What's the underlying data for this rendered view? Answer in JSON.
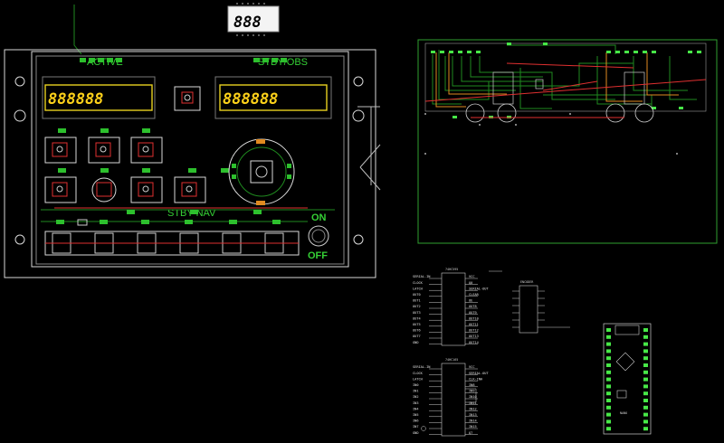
{
  "panel": {
    "active_label": "ACTIVE",
    "stby_obs_label": "STBY/OBS",
    "stby_nav_label": "STBY NAV",
    "on_label": "ON",
    "off_label": "OFF",
    "active_display": "888888",
    "stby_display": "888888",
    "top_display": "888"
  },
  "schematic": {
    "u1_title": "74HC595",
    "u1_pins_left": [
      "SERIAL-IN",
      "CLOCK",
      "LATCH",
      "OUT0",
      "OUT1",
      "OUT2",
      "OUT3",
      "OUT4",
      "OUT5",
      "OUT6",
      "OUT7",
      "GND"
    ],
    "u1_pins_right": [
      "VCC",
      "Q0",
      "SERIAL-OUT",
      "CLEAR",
      "OE",
      "OUT8",
      "OUT9",
      "OUT10",
      "OUT11",
      "OUT12",
      "OUT13",
      "OUT14"
    ],
    "u2_title": "74HC165",
    "u2_pins_left": [
      "SERIAL-IN",
      "CLOCK",
      "LATCH",
      "IN0",
      "IN1",
      "IN2",
      "IN3",
      "IN4",
      "IN5",
      "IN6",
      "IN7",
      "GND"
    ],
    "u2_pins_right": [
      "VCC",
      "SERIAL-OUT",
      "CLK-INH",
      "IN8",
      "IN9",
      "IN10",
      "IN11",
      "IN12",
      "IN13",
      "IN14",
      "IN15",
      "Q7"
    ],
    "encoder_title": "ENCODER",
    "arduino_title": "NANO"
  },
  "colors": {
    "background": "#000000",
    "silkscreen": "#d9d9d9",
    "copper": "#1f8a1f",
    "pad": "#2dc02d",
    "ratsnest": "#e03030",
    "segment": "#ffd21a"
  }
}
